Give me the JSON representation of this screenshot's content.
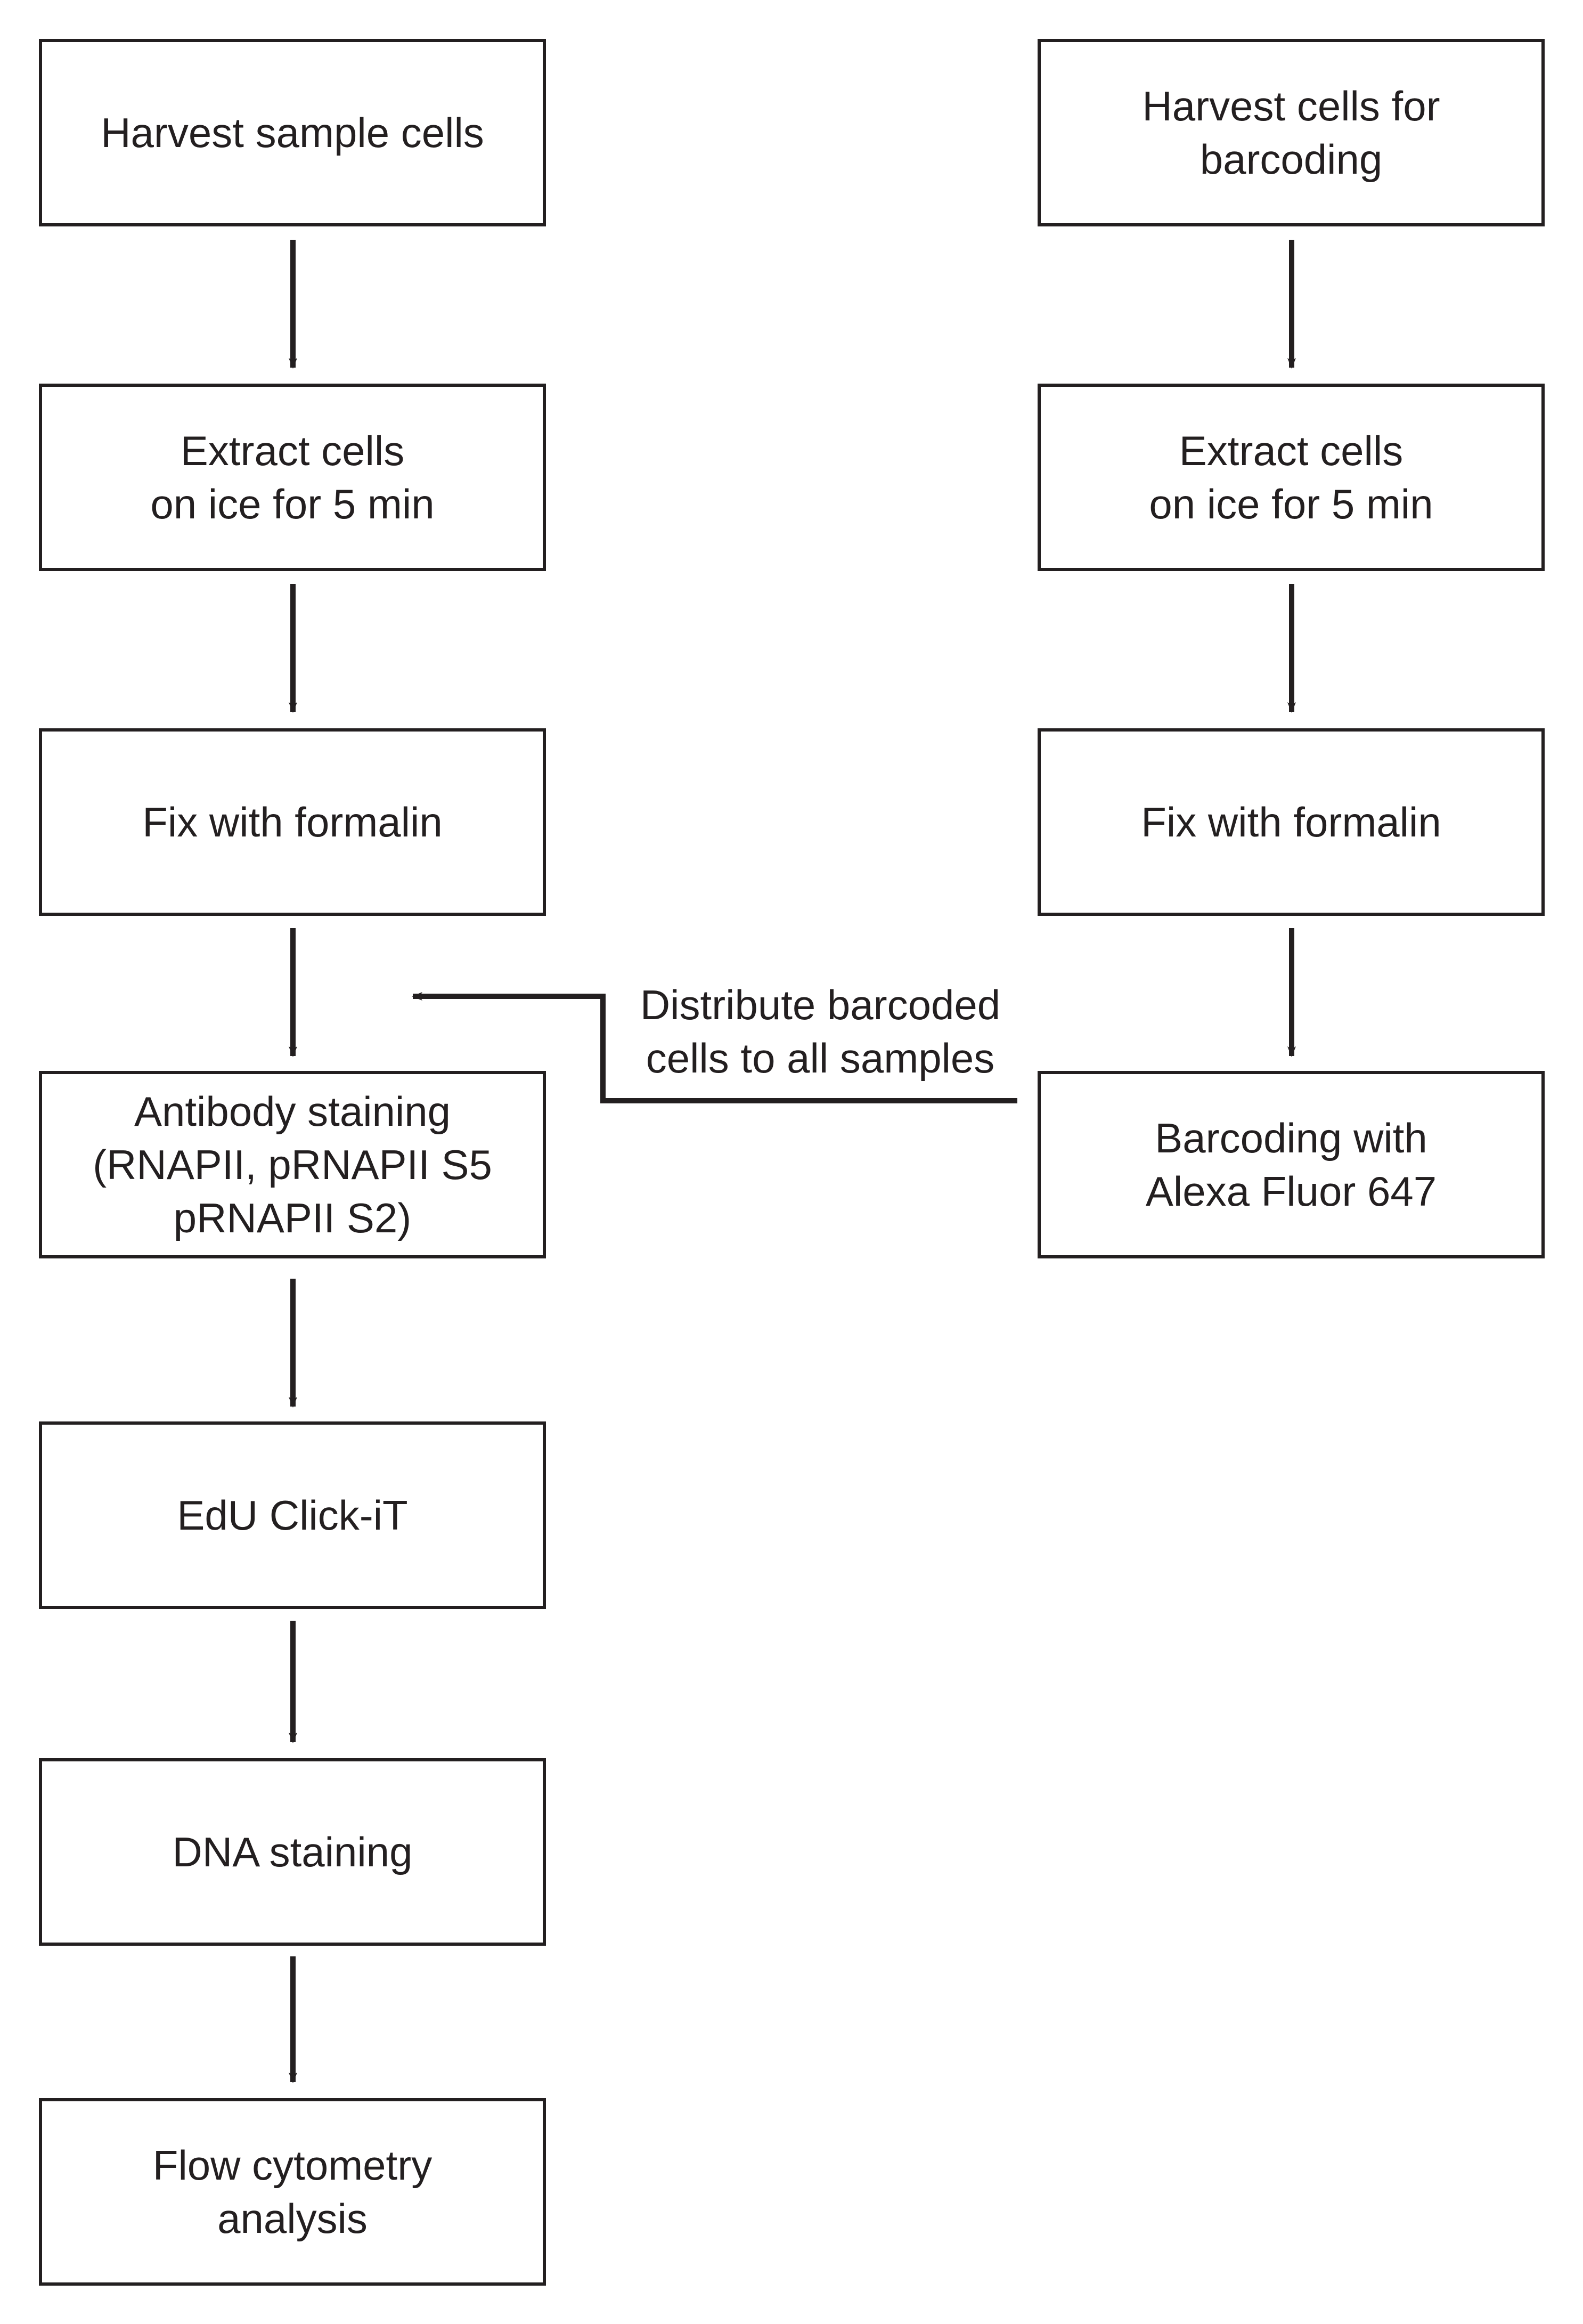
{
  "left_column": {
    "steps": [
      {
        "lines": [
          "Harvest sample cells"
        ]
      },
      {
        "lines": [
          "Extract cells",
          "on ice for 5 min"
        ]
      },
      {
        "lines": [
          "Fix with formalin"
        ]
      },
      {
        "lines": [
          "Antibody staining",
          "(RNAPII, pRNAPII S5",
          "pRNAPII S2)"
        ]
      },
      {
        "lines": [
          "EdU Click-iT"
        ]
      },
      {
        "lines": [
          "DNA staining"
        ]
      },
      {
        "lines": [
          "Flow cytometry",
          "analysis"
        ]
      }
    ]
  },
  "right_column": {
    "steps": [
      {
        "lines": [
          "Harvest cells for",
          "barcoding"
        ]
      },
      {
        "lines": [
          "Extract cells",
          "on ice for 5 min"
        ]
      },
      {
        "lines": [
          "Fix with formalin"
        ]
      },
      {
        "lines": [
          "Barcoding with",
          "Alexa Fluor 647"
        ]
      }
    ]
  },
  "connector": {
    "lines": [
      "Distribute barcoded",
      "cells to all samples"
    ]
  },
  "colors": {
    "stroke": "#231f20",
    "background": "#ffffff"
  }
}
